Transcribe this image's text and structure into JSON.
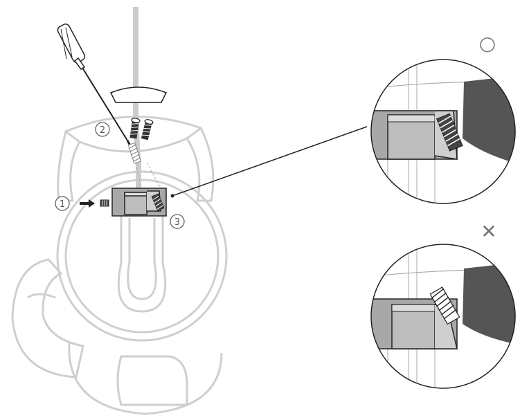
{
  "steps": [
    {
      "label": "1"
    },
    {
      "label": "2"
    },
    {
      "label": "3"
    }
  ],
  "marks": {
    "correct": "○",
    "incorrect": "✕"
  },
  "colors": {
    "outline": "#cfcfcf",
    "line": "#222222",
    "fill_gray": "#a8a8a8",
    "fill_dark": "#555555",
    "tube": "#cccccc"
  },
  "icons": [
    "screwdriver-icon",
    "screw-icon",
    "arrow-right-icon"
  ]
}
